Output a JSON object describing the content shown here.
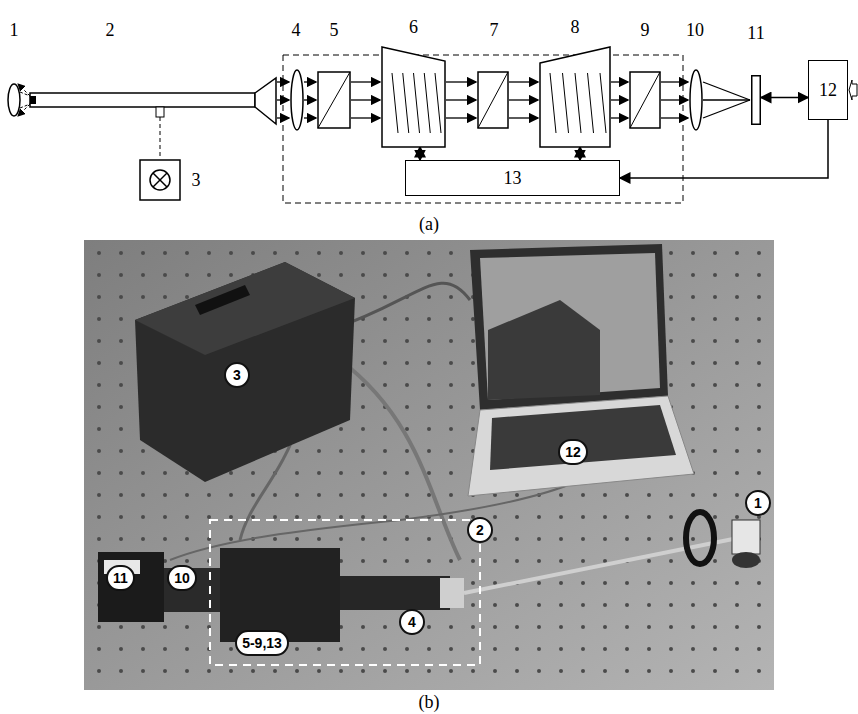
{
  "diagram": {
    "nodes": [
      {
        "text": [
          "6"
        ]
      },
      {
        "text": [
          "8"
        ]
      },
      {
        "text": [
          "11"
        ]
      },
      {
        "text": [
          "12"
        ]
      },
      {
        "text": [
          "13"
        ]
      },
      {
        "text": [
          "3"
        ]
      },
      {
        "text": [
          "12"
        ]
      },
      {
        "text": [
          "1"
        ]
      },
      {
        "text": [
          "2"
        ]
      },
      {
        "text": [
          "11"
        ]
      },
      {
        "text": [
          "10"
        ]
      },
      {
        "text": [
          "4"
        ]
      },
      {
        "text": [
          "5-9,13"
        ]
      }
    ],
    "edges": [
      {
        "from": 0,
        "to": 4,
        "arrow": "both"
      },
      {
        "from": 1,
        "to": 4,
        "arrow": "both"
      },
      {
        "from": 2,
        "to": 3,
        "arrow": "both"
      },
      {
        "from": 3,
        "to": 4,
        "arrow": "to"
      }
    ],
    "labels": [
      "1",
      "2",
      "3",
      "4",
      "5",
      "7",
      "9",
      "10",
      "(a)",
      "(b)"
    ]
  }
}
